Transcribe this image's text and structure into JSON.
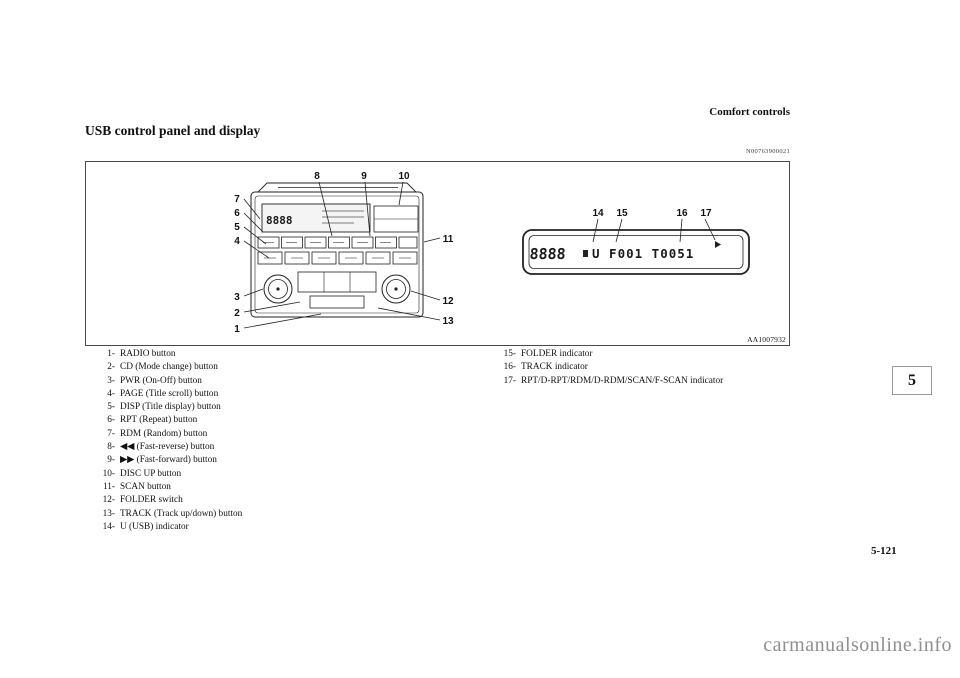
{
  "page": {
    "header": "Comfort controls",
    "title": "USB control panel and display",
    "ref_code": "N00763900021",
    "figure_code": "AA1007932",
    "chapter_tab": "5",
    "page_number": "5-121",
    "watermark": "carmanualsonline.info"
  },
  "colors": {
    "ink": "#111111",
    "watermark": "#8f8f8f",
    "page_bg": "#ffffff"
  },
  "diagram": {
    "unit_display_digits": "8888",
    "display_digits": "8888",
    "display_text": "U F001 T0051",
    "callouts": {
      "c1": "1",
      "c2": "2",
      "c3": "3",
      "c4": "4",
      "c5": "5",
      "c6": "6",
      "c7": "7",
      "c8": "8",
      "c9": "9",
      "c10": "10",
      "c11": "11",
      "c12": "12",
      "c13": "13",
      "c14": "14",
      "c15": "15",
      "c16": "16",
      "c17": "17"
    }
  },
  "legend": {
    "left": [
      {
        "num": "1-",
        "text": "RADIO button"
      },
      {
        "num": "2-",
        "text": "CD (Mode change) button"
      },
      {
        "num": "3-",
        "text": "PWR (On-Off) button"
      },
      {
        "num": "4-",
        "text": "PAGE (Title scroll) button"
      },
      {
        "num": "5-",
        "text": "DISP (Title display) button"
      },
      {
        "num": "6-",
        "text": "RPT (Repeat) button"
      },
      {
        "num": "7-",
        "text": "RDM (Random) button"
      },
      {
        "num": "8-",
        "text": "◀◀ (Fast-reverse) button"
      },
      {
        "num": "9-",
        "text": "▶▶ (Fast-forward) button"
      },
      {
        "num": "10-",
        "text": "DISC UP button"
      },
      {
        "num": "11-",
        "text": "SCAN button"
      },
      {
        "num": "12-",
        "text": "FOLDER switch"
      },
      {
        "num": "13-",
        "text": "TRACK (Track up/down) button"
      },
      {
        "num": "14-",
        "text": "U (USB) indicator"
      }
    ],
    "right": [
      {
        "num": "15-",
        "text": "FOLDER indicator"
      },
      {
        "num": "16-",
        "text": "TRACK indicator"
      },
      {
        "num": "17-",
        "text": "RPT/D-RPT/RDM/D-RDM/SCAN/F-SCAN indicator"
      }
    ]
  }
}
